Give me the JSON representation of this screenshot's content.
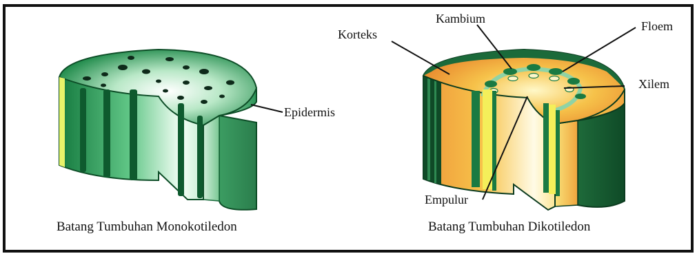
{
  "diagrams": {
    "mono": {
      "caption": "Batang Tumbuhan Monokotiledon",
      "labels": {
        "epidermis": "Epidermis"
      }
    },
    "dicot": {
      "caption": "Batang Tumbuhan Dikotiledon",
      "labels": {
        "korteks": "Korteks",
        "kambium": "Kambium",
        "floem": "Floem",
        "xilem": "Xilem",
        "empulur": "Empulur"
      }
    }
  },
  "colors": {
    "border": "#111111",
    "dark_green": "#0f5a2e",
    "mid_green": "#2f8f55",
    "light_green": "#8fd3a5",
    "cortex_orange": "#f2a043",
    "cortex_yellow": "#f7d94a"
  }
}
